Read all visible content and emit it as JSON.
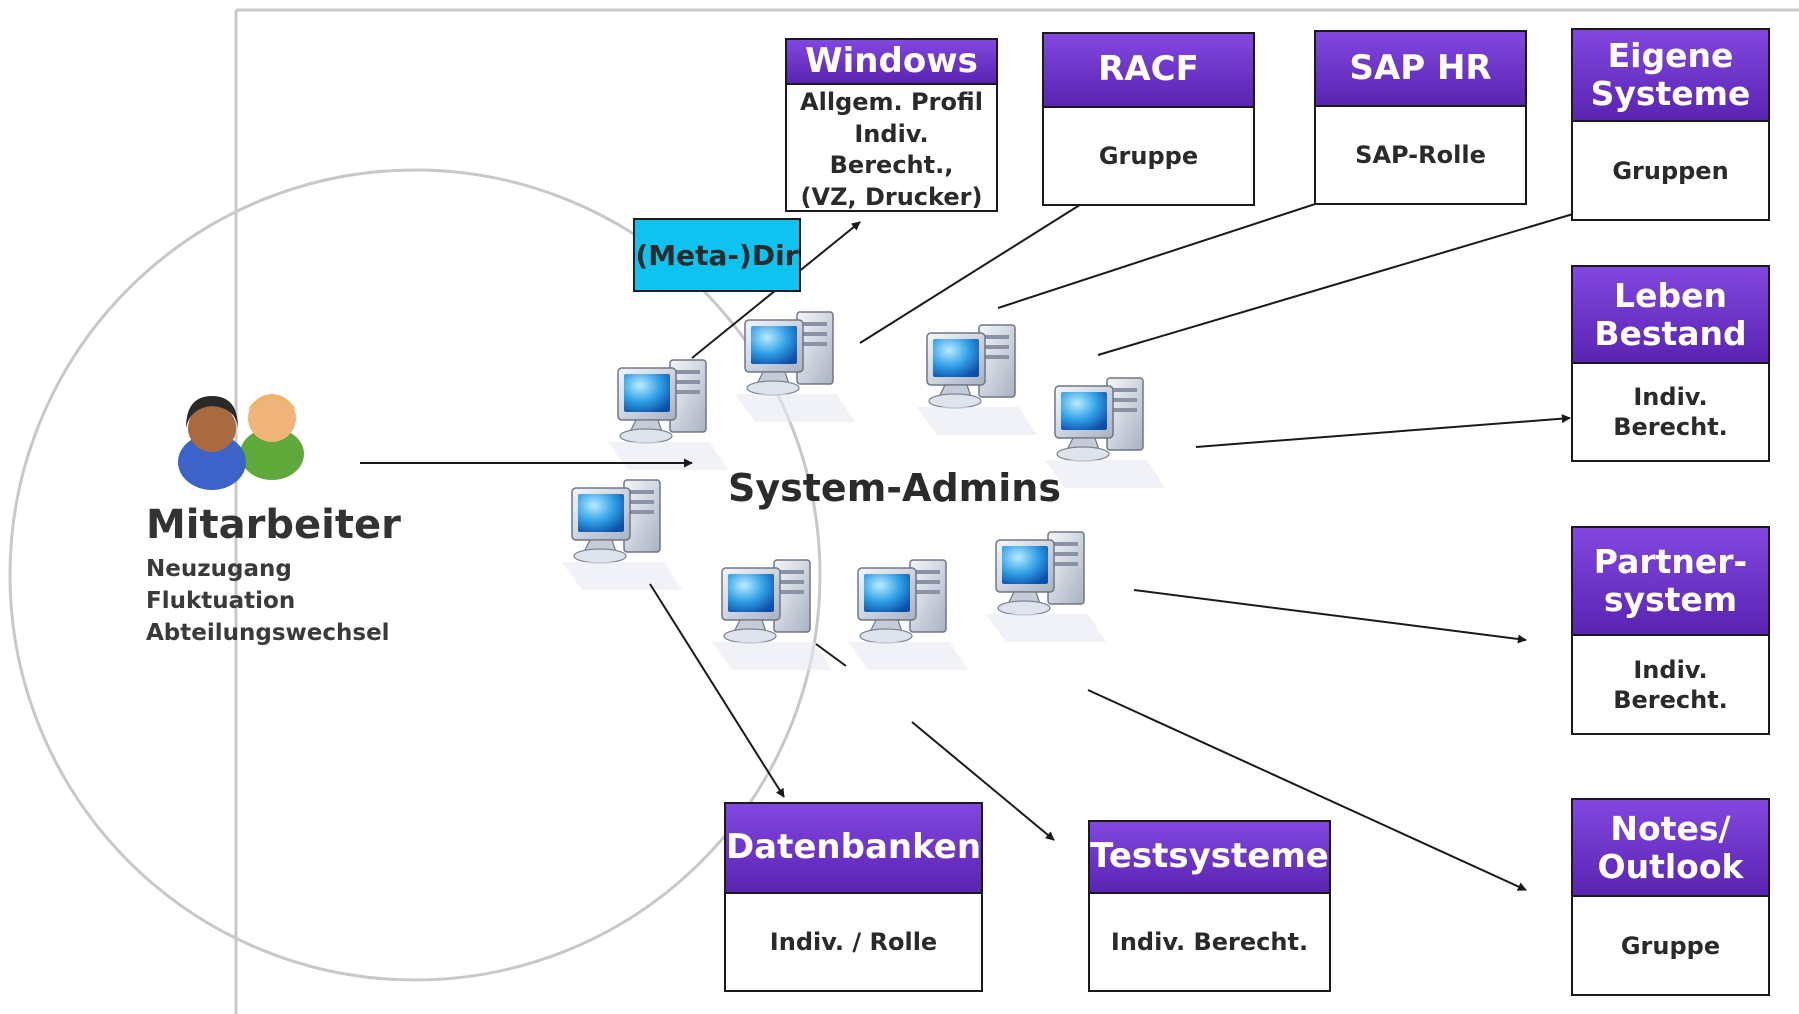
{
  "employee": {
    "title": "Mitarbeiter",
    "events": [
      "Neuzugang",
      "Fluktuation",
      "Abteilungswechsel"
    ],
    "icon": "users-icon"
  },
  "meta_dir": {
    "label": "(Meta-)Dir",
    "color": "#0fc3f0"
  },
  "admins": {
    "label": "System-Admins",
    "icon": "computer-icon"
  },
  "colors": {
    "header": "#6a32c9",
    "line": "#1a1a1a",
    "circle": "#c8c8c8"
  },
  "systems": [
    {
      "id": "windows",
      "title": "Windows",
      "detail": [
        "Allgem. Profil",
        "Indiv. Berecht.,",
        "(VZ, Drucker)"
      ]
    },
    {
      "id": "racf",
      "title": "RACF",
      "detail": [
        "Gruppe"
      ]
    },
    {
      "id": "sap",
      "title": "SAP HR",
      "detail": [
        "SAP-Rolle"
      ]
    },
    {
      "id": "eigene",
      "title": "Eigene Systeme",
      "detail": [
        "Gruppen"
      ]
    },
    {
      "id": "leben",
      "title": "Leben Bestand",
      "detail": [
        "Indiv. Berecht."
      ]
    },
    {
      "id": "partner",
      "title": "Partner-system",
      "detail": [
        "Indiv. Berecht."
      ]
    },
    {
      "id": "notes",
      "title": "Notes/ Outlook",
      "detail": [
        "Gruppe"
      ]
    },
    {
      "id": "datenbanken",
      "title": "Datenbanken",
      "detail": [
        "Indiv. / Rolle"
      ]
    },
    {
      "id": "test",
      "title": "Testsysteme",
      "detail": [
        "Indiv. Berecht."
      ]
    }
  ]
}
